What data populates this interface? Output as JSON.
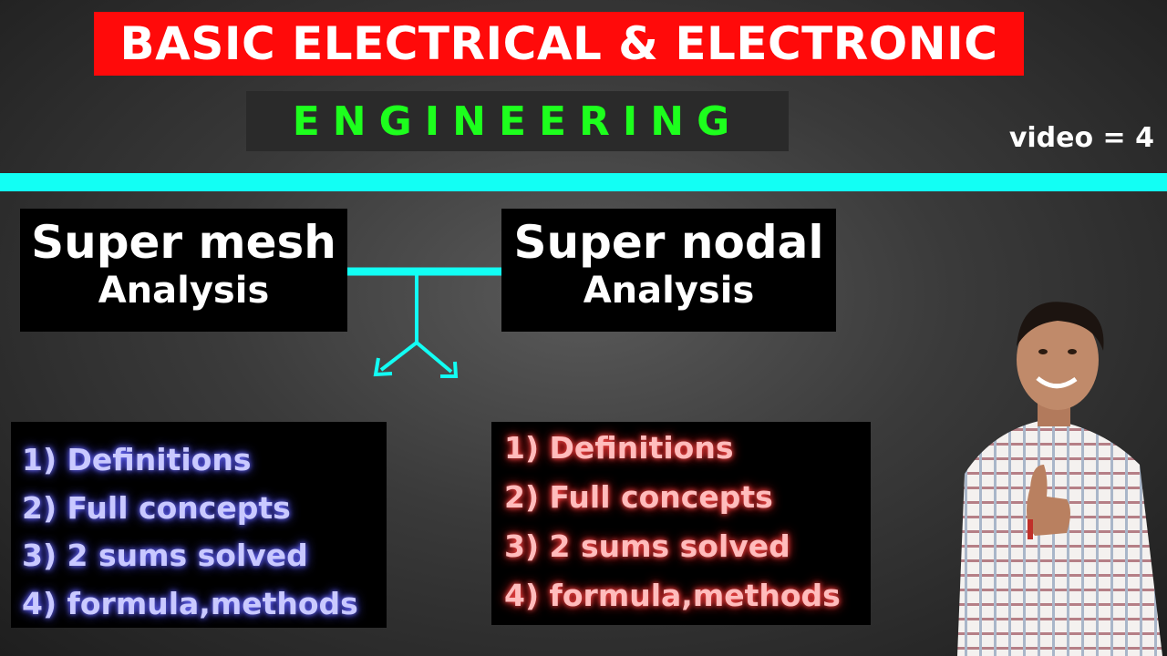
{
  "header": {
    "title": "BASIC ELECTRICAL & ELECTRONIC",
    "subtitle": "ENGINEERING",
    "video_label": "video = 4"
  },
  "topics": {
    "left": {
      "line1": "Super mesh",
      "line2": "Analysis"
    },
    "right": {
      "line1": "Super nodal",
      "line2": "Analysis"
    }
  },
  "lists": {
    "left": [
      "1) Definitions",
      "2) Full concepts",
      "3) 2 sums solved",
      "4) formula,methods"
    ],
    "right": [
      "1) Definitions",
      "2) Full concepts",
      "3) 2 sums solved",
      "4) formula,methods"
    ]
  },
  "colors": {
    "title_bg": "#ff0a0a",
    "subtitle_text": "#1dff1d",
    "accent": "#12fff4",
    "left_list_text": "#c9c9ff",
    "right_list_text": "#ffbcbc"
  }
}
